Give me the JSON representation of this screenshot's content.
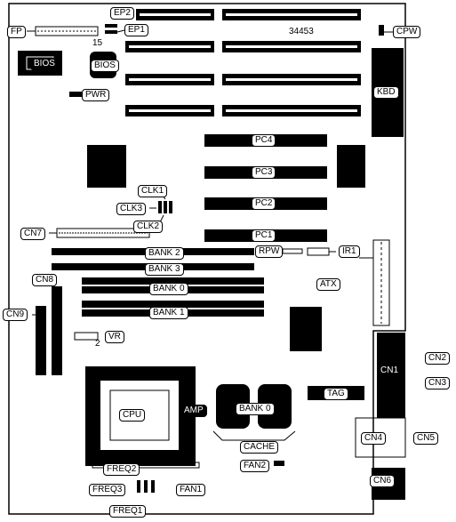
{
  "board_number": "34453",
  "pin_label": "15",
  "vr_pin_label": "2",
  "labels": {
    "fp": "FP",
    "ep2": "EP2",
    "ep1": "EP1",
    "cpw": "CPW",
    "bios_left": "BIOS",
    "bios_right": "BIOS",
    "pwr": "PWR",
    "kbd": "KBD",
    "pc4": "PC4",
    "pc3": "PC3",
    "pc2": "PC2",
    "pc1": "PC1",
    "clk1": "CLK1",
    "clk3": "CLK3",
    "clk2": "CLK2",
    "cn7": "CN7",
    "bank2": "BANK 2",
    "bank3": "BANK 3",
    "bank0": "BANK 0",
    "bank1": "BANK 1",
    "rpw": "RPW",
    "ir1": "IR1",
    "atx": "ATX",
    "cn8": "CN8",
    "cn9": "CN9",
    "vr": "VR",
    "cn1": "CN1",
    "cn2": "CN2",
    "cn3": "CN3",
    "cpu": "CPU",
    "amp": "AMP",
    "tag": "TAG",
    "cache_bank": "BANK 0",
    "cache": "CACHE",
    "cn4": "CN4",
    "cn5": "CN5",
    "cn6": "CN6",
    "fan2": "FAN2",
    "freq2": "FREQ2",
    "freq3": "FREQ3",
    "fan1": "FAN1",
    "freq1": "FREQ1"
  }
}
